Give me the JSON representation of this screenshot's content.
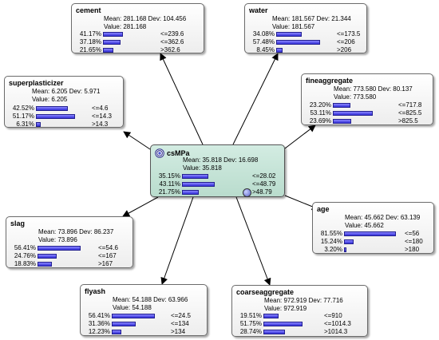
{
  "nodes": {
    "cement": {
      "title": "cement",
      "stats": [
        "Mean: 281.168 Dev: 104.456",
        "Value: 281.168"
      ],
      "rows": [
        {
          "pct": "41.17%",
          "p": 41.17,
          "label": "<=239.6"
        },
        {
          "pct": "37.18%",
          "p": 37.18,
          "label": "<=362.6"
        },
        {
          "pct": "21.65%",
          "p": 21.65,
          "label": ">362.6"
        }
      ]
    },
    "water": {
      "title": "water",
      "stats": [
        "Mean: 181.567 Dev: 21.344",
        "Value: 181.567"
      ],
      "rows": [
        {
          "pct": "34.08%",
          "p": 34.08,
          "label": "<=173.5"
        },
        {
          "pct": "57.48%",
          "p": 57.48,
          "label": "<=206"
        },
        {
          "pct": "8.45%",
          "p": 8.45,
          "label": ">206"
        }
      ]
    },
    "superplasticizer": {
      "title": "superplasticizer",
      "stats": [
        "Mean: 6.205 Dev: 5.971",
        "Value: 6.205"
      ],
      "rows": [
        {
          "pct": "42.52%",
          "p": 42.52,
          "label": "<=4.6"
        },
        {
          "pct": "51.17%",
          "p": 51.17,
          "label": "<=14.3"
        },
        {
          "pct": "6.31%",
          "p": 6.31,
          "label": ">14.3"
        }
      ]
    },
    "fineaggregate": {
      "title": "fineaggregate",
      "stats": [
        "Mean: 773.580 Dev: 80.137",
        "Value: 773.580"
      ],
      "rows": [
        {
          "pct": "23.20%",
          "p": 23.2,
          "label": "<=717.8"
        },
        {
          "pct": "53.11%",
          "p": 53.11,
          "label": "<=825.5"
        },
        {
          "pct": "23.69%",
          "p": 23.69,
          "label": ">825.5"
        }
      ]
    },
    "csmpa": {
      "title": "csMPa",
      "stats": [
        "Mean: 35.818 Dev: 16.698",
        "Value: 35.818"
      ],
      "rows": [
        {
          "pct": "35.15%",
          "p": 35.15,
          "label": "<=28.02"
        },
        {
          "pct": "43.11%",
          "p": 43.11,
          "label": "<=48.79"
        },
        {
          "pct": "21.75%",
          "p": 21.75,
          "label": ">48.79"
        }
      ]
    },
    "slag": {
      "title": "slag",
      "stats": [
        "Mean: 73.896 Dev: 86.237",
        "Value: 73.896"
      ],
      "rows": [
        {
          "pct": "56.41%",
          "p": 56.41,
          "label": "<=54.6"
        },
        {
          "pct": "24.76%",
          "p": 24.76,
          "label": "<=167"
        },
        {
          "pct": "18.83%",
          "p": 18.83,
          "label": ">167"
        }
      ]
    },
    "age": {
      "title": "age",
      "stats": [
        "Mean: 45.662 Dev: 63.139",
        "Value: 45.662"
      ],
      "rows": [
        {
          "pct": "81.55%",
          "p": 81.55,
          "label": "<=56"
        },
        {
          "pct": "15.24%",
          "p": 15.24,
          "label": "<=180"
        },
        {
          "pct": "3.20%",
          "p": 3.2,
          "label": ">180"
        }
      ]
    },
    "flyash": {
      "title": "flyash",
      "stats": [
        "Mean: 54.188 Dev: 63.966",
        "Value: 54.188"
      ],
      "rows": [
        {
          "pct": "56.41%",
          "p": 56.41,
          "label": "<=24.5"
        },
        {
          "pct": "31.36%",
          "p": 31.36,
          "label": "<=134"
        },
        {
          "pct": "12.23%",
          "p": 12.23,
          "label": ">134"
        }
      ]
    },
    "coarseaggregate": {
      "title": "coarseaggregate",
      "stats": [
        "Mean: 972.919 Dev: 77.716",
        "Value: 972.919"
      ],
      "rows": [
        {
          "pct": "19.51%",
          "p": 19.51,
          "label": "<=910"
        },
        {
          "pct": "51.75%",
          "p": 51.75,
          "label": "<=1014.3"
        },
        {
          "pct": "28.74%",
          "p": 28.74,
          "label": ">1014.3"
        }
      ]
    }
  },
  "edges": [
    {
      "from": "csmpa",
      "to": "cement"
    },
    {
      "from": "csmpa",
      "to": "water"
    },
    {
      "from": "csmpa",
      "to": "superplasticizer"
    },
    {
      "from": "csmpa",
      "to": "fineaggregate"
    },
    {
      "from": "csmpa",
      "to": "slag"
    },
    {
      "from": "csmpa",
      "to": "age"
    },
    {
      "from": "csmpa",
      "to": "flyash"
    },
    {
      "from": "csmpa",
      "to": "coarseaggregate"
    }
  ],
  "colors": {
    "bar": "#4a45e8",
    "target_node": "#c6e6d8",
    "node": "#f3f3f3",
    "edge": "#000000"
  },
  "icons": {
    "target": "target-node-icon",
    "state": "selected-state-icon"
  }
}
